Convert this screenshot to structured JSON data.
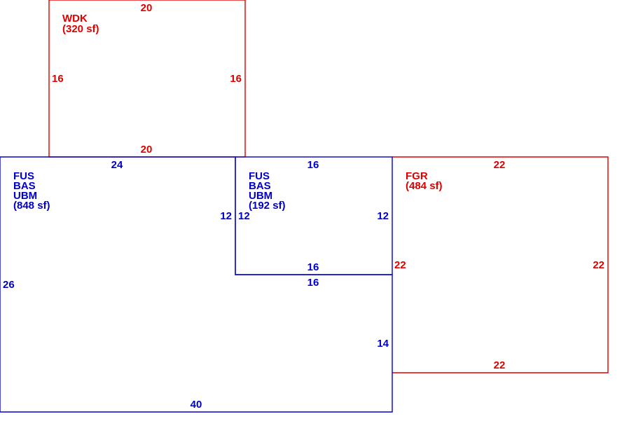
{
  "colors": {
    "main": "#0000c8",
    "accessory": "#e00000"
  },
  "areas": {
    "wdk": {
      "codes": [
        "WDK"
      ],
      "area": "(320 sf)",
      "dims": {
        "top": "20",
        "bottom": "20",
        "left": "16",
        "right": "16"
      }
    },
    "main": {
      "codes": [
        "FUS",
        "BAS",
        "UBM"
      ],
      "area": "(848 sf)",
      "dims": {
        "top": "24",
        "inner_right": "12",
        "left": "26",
        "step": "16",
        "right_lower": "14",
        "bottom": "40"
      }
    },
    "addition": {
      "codes": [
        "FUS",
        "BAS",
        "UBM"
      ],
      "area": "(192 sf)",
      "dims": {
        "top": "16",
        "left": "12",
        "right": "12",
        "bottom": "16"
      }
    },
    "fgr": {
      "codes": [
        "FGR"
      ],
      "area": "(484 sf)",
      "dims": {
        "top": "22",
        "bottom": "22",
        "left": "22",
        "right": "22"
      }
    }
  }
}
